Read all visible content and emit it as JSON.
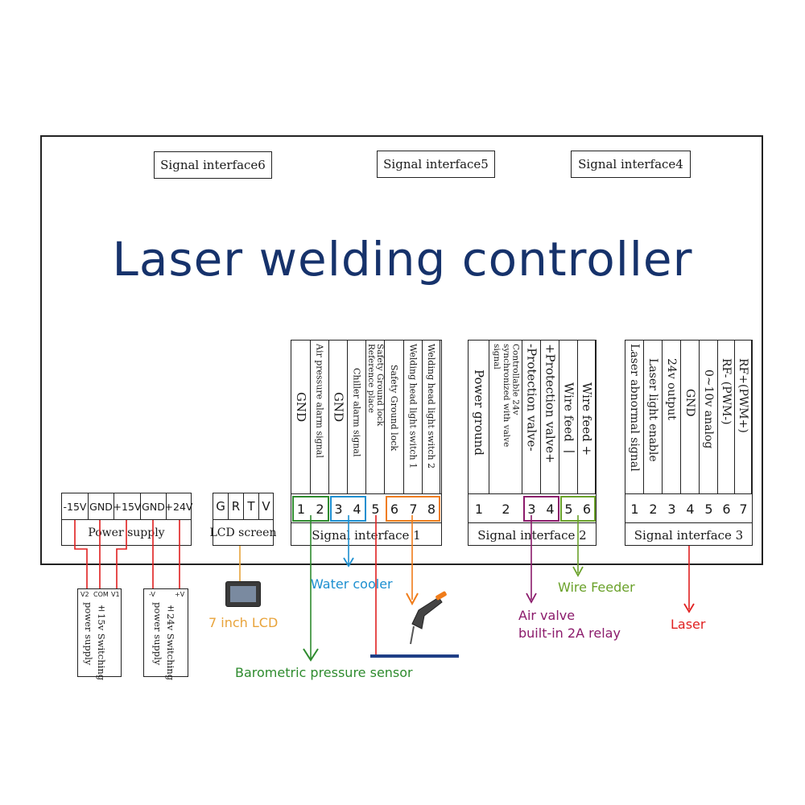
{
  "title": "Laser welding controller",
  "top_interfaces": [
    "Signal interface6",
    "Signal interface5",
    "Signal interface4"
  ],
  "power_block": {
    "pins": [
      "-15V",
      "GND",
      "+15V",
      "GND",
      "+24V"
    ],
    "label": "Power supply"
  },
  "lcd_block": {
    "pins": [
      "G",
      "R",
      "T",
      "V"
    ],
    "label": "LCD screen"
  },
  "interface1": {
    "label": "Signal interface 1",
    "pins": [
      "1",
      "2",
      "3",
      "4",
      "5",
      "6",
      "7",
      "8"
    ],
    "descriptions": [
      "GND",
      "Air pressure alarm signal",
      "GND",
      "Chiller alarm signal",
      "Safety Ground lock Reference place",
      "Safety Ground lock",
      "Welding head light switch 1",
      "Welding head light switch 2"
    ]
  },
  "interface2": {
    "label": "Signal interface 2",
    "pins": [
      "1",
      "2",
      "3",
      "4",
      "5",
      "6"
    ],
    "descriptions": [
      "Power ground",
      "Controllable 24v synchronized with valve signal",
      "-Protection valve-",
      "+Protection valve+",
      "Wire feed 一",
      "Wire feed +"
    ]
  },
  "interface3": {
    "label": "Signal interface 3",
    "pins": [
      "1",
      "2",
      "3",
      "4",
      "5",
      "6",
      "7"
    ],
    "descriptions": [
      "Laser abnormal signal",
      "Laser light enable",
      "24v output",
      "GND",
      "0~10v analog",
      "RF- (PWM-)",
      "RF+(PWM+)"
    ]
  },
  "psu1": {
    "top": [
      "V2",
      "COM",
      "V1"
    ],
    "text": [
      "±15v Switching",
      "power supply"
    ]
  },
  "psu2": {
    "top": [
      "-V",
      "+V"
    ],
    "text": [
      "±24v Switching",
      "power supply"
    ]
  },
  "external": {
    "lcd": "7 inch LCD",
    "water": "Water cooler",
    "barometric": "Barometric pressure sensor",
    "air_valve": [
      "Air valve",
      "built-in 2A relay"
    ],
    "wire_feeder": "Wire Feeder",
    "laser": "Laser"
  },
  "colors": {
    "title": "#16326b",
    "green": "#2e8b2e",
    "blue": "#1c8fd0",
    "orange": "#f07c1a",
    "magenta": "#8b1a6b",
    "lime": "#6aa12a",
    "red": "#e02020",
    "lcd_orange": "#e8a33a",
    "navy": "#1f3f86"
  }
}
